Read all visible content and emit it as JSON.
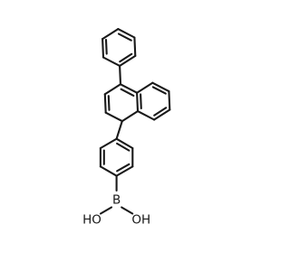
{
  "molecule": {
    "atoms": {
      "boron": "B",
      "hydroxyl_left": "HO",
      "hydroxyl_right": "OH"
    }
  }
}
